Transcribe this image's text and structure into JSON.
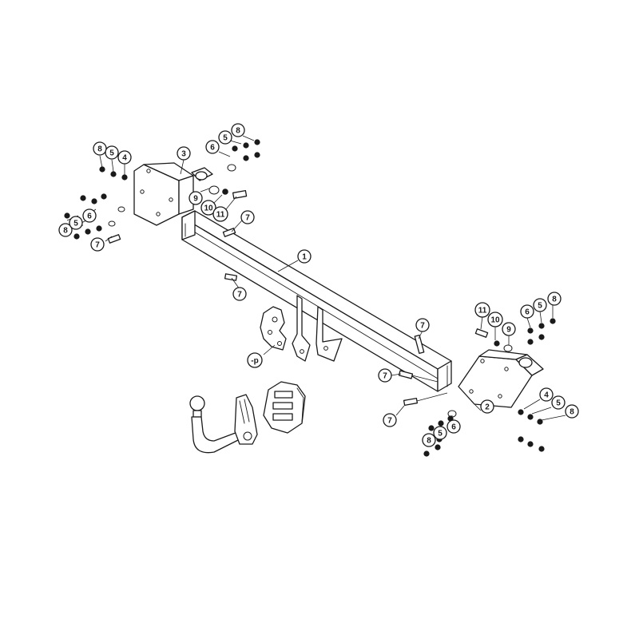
{
  "colors": {
    "line": "#1a1a1a",
    "background": "#ffffff"
  },
  "callouts": [
    {
      "id": "c8a",
      "label": "8"
    },
    {
      "id": "c5a",
      "label": "5"
    },
    {
      "id": "c4a",
      "label": "4"
    },
    {
      "id": "c3",
      "label": "3"
    },
    {
      "id": "c6a",
      "label": "6"
    },
    {
      "id": "c5b",
      "label": "5"
    },
    {
      "id": "c8b",
      "label": "8"
    },
    {
      "id": "c9a",
      "label": "9"
    },
    {
      "id": "c10a",
      "label": "10"
    },
    {
      "id": "c11a",
      "label": "11"
    },
    {
      "id": "c7a",
      "label": "7"
    },
    {
      "id": "c7b",
      "label": "7"
    },
    {
      "id": "c7c",
      "label": "7"
    },
    {
      "id": "c1",
      "label": "1"
    },
    {
      "id": "cp",
      "label": "-p"
    },
    {
      "id": "c7d",
      "label": "7"
    },
    {
      "id": "c7e",
      "label": "7"
    },
    {
      "id": "c7f",
      "label": "7"
    },
    {
      "id": "c11b",
      "label": "11"
    },
    {
      "id": "c10b",
      "label": "10"
    },
    {
      "id": "c9b",
      "label": "9"
    },
    {
      "id": "c6b",
      "label": "6"
    },
    {
      "id": "c5c",
      "label": "5"
    },
    {
      "id": "c8c",
      "label": "8"
    },
    {
      "id": "c4b",
      "label": "4"
    },
    {
      "id": "c5d",
      "label": "5"
    },
    {
      "id": "c8d",
      "label": "8"
    },
    {
      "id": "c2",
      "label": "2"
    },
    {
      "id": "c6c",
      "label": "6"
    },
    {
      "id": "c5e",
      "label": "5"
    },
    {
      "id": "c8e",
      "label": "8"
    },
    {
      "id": "c8f",
      "label": "8"
    },
    {
      "id": "c5f",
      "label": "5"
    },
    {
      "id": "c6d",
      "label": "6"
    }
  ]
}
